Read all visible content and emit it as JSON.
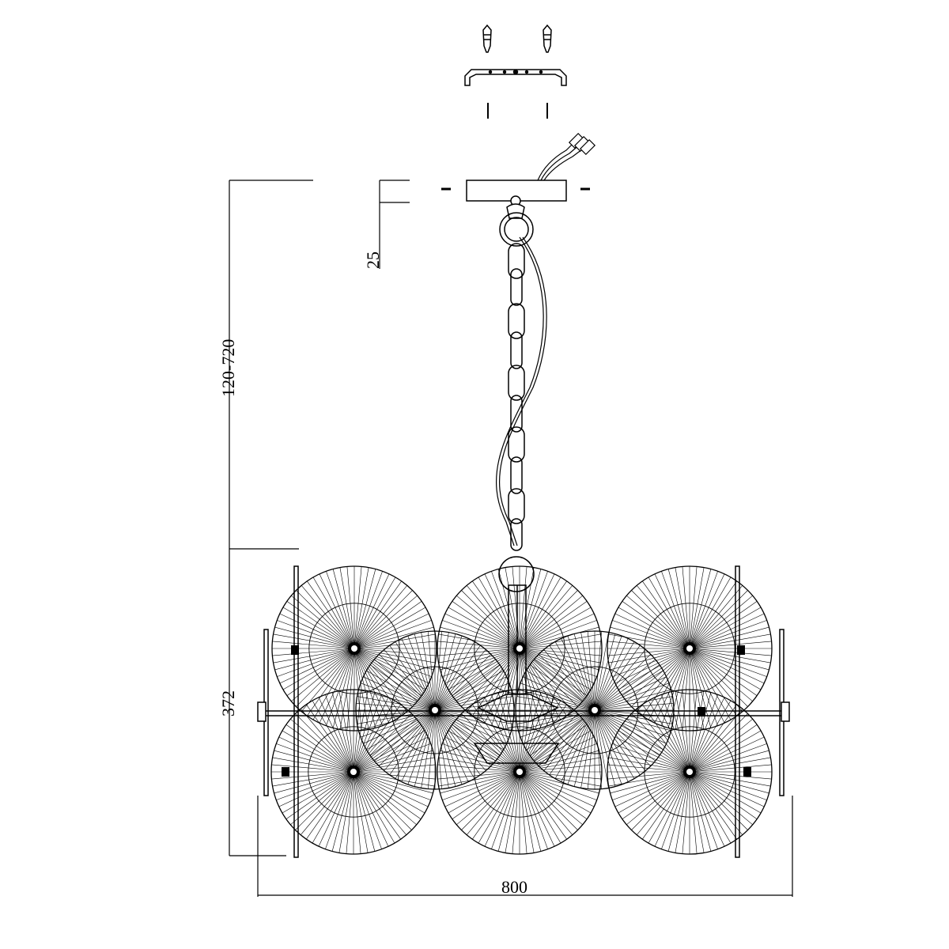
{
  "drawing": {
    "line_color": "#000000",
    "background": "#ffffff",
    "dimensions": {
      "canopy_height": "25",
      "suspension_range": "120-720",
      "body_height": "372",
      "width": "800"
    },
    "parts": [
      "mounting-screws",
      "mounting-bracket",
      "canopy",
      "supply-wires",
      "chain",
      "cable",
      "wire-disc-shades"
    ],
    "shade_count": 8
  }
}
